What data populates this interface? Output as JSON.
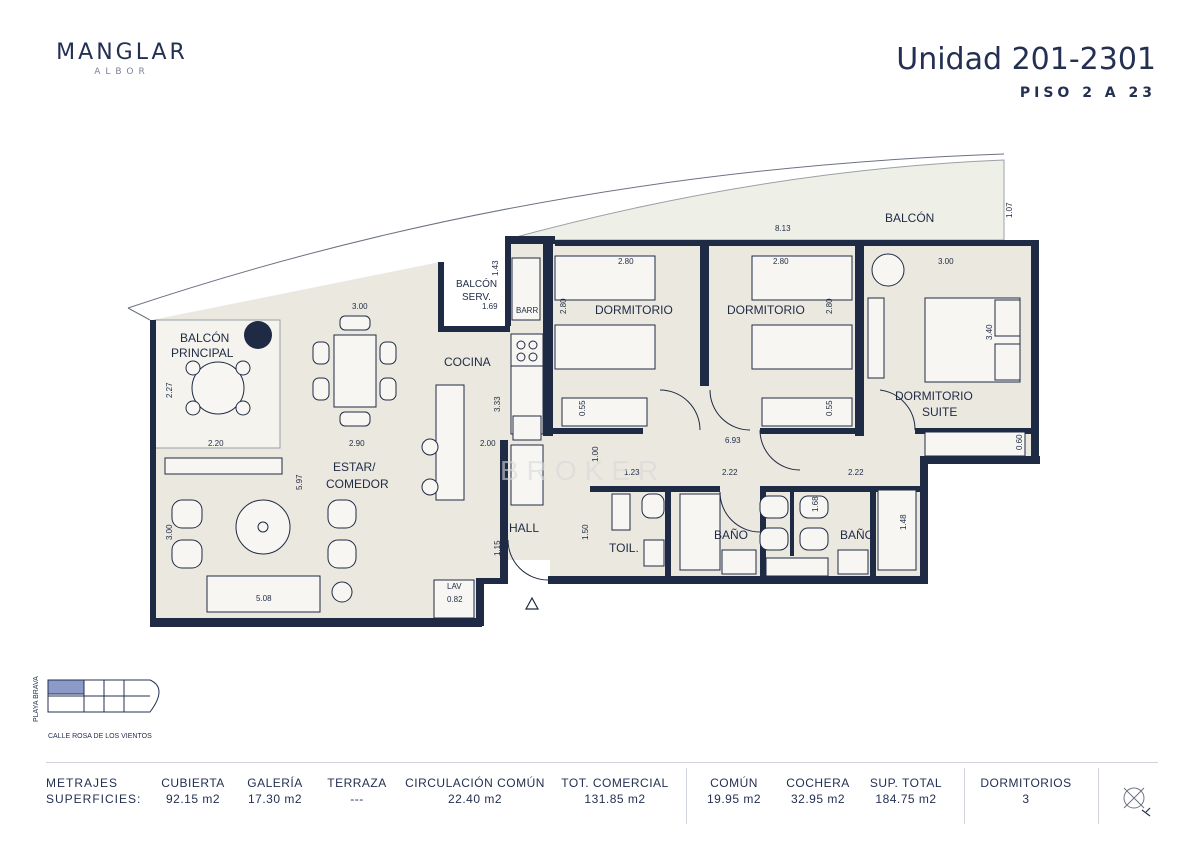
{
  "brand": {
    "name": "MANGLAR",
    "sub": "ALBOR"
  },
  "unit": {
    "title": "Unidad 201-2301",
    "floors": "PISO 2 A 23"
  },
  "rooms": {
    "balcon": "BALCÓN",
    "balcon_serv_1": "BALCÓN",
    "balcon_serv_2": "SERV.",
    "barr": "BARR",
    "balcon_principal_1": "BALCÓN",
    "balcon_principal_2": "PRINCIPAL",
    "cocina": "COCINA",
    "estar_1": "ESTAR/",
    "estar_2": "COMEDOR",
    "dormitorio_1": "DORMITORIO",
    "dormitorio_2": "DORMITORIO",
    "suite_1": "DORMITORIO",
    "suite_2": "SUITE",
    "hall": "HALL",
    "toil": "TOIL.",
    "bano_1": "BAÑO",
    "bano_2": "BAÑO",
    "lav": "LAV"
  },
  "dimensions": {
    "balcon_w": "8.13",
    "balcon_h": "1.07",
    "serv_h": "1.43",
    "serv_w": "1.69",
    "dorm1_w": "2.80",
    "dorm1_h": "2.80",
    "dorm1_closet": "0.55",
    "dorm2_w": "2.80",
    "dorm2_h": "2.80",
    "dorm2_closet": "0.55",
    "suite_w": "3.00",
    "suite_h": "3.40",
    "suite_closet": "0.60",
    "estar_top": "3.00",
    "bp_h": "2.27",
    "bp_w": "2.20",
    "estar_w": "2.90",
    "kitchen_w": "2.00",
    "kitchen_h": "3.33",
    "estar_h": "5.97",
    "estar_side": "3.00",
    "estar_bottom": "5.08",
    "corridor": "6.93",
    "corr_h": "1.00",
    "toil_w": "1.23",
    "bano1_w": "2.22",
    "bano2_w": "2.22",
    "bano2_h": "1.68",
    "bano2_h2": "1.48",
    "toil_h": "1.50",
    "hall_h": "1.15",
    "lav_w": "0.82"
  },
  "keyplan": {
    "side": "PLAYA BRAVA",
    "street": "CALLE ROSA DE LOS VIENTOS"
  },
  "watermark": "BROKER",
  "metrics": {
    "title_1": "METRAJES",
    "title_2": "SUPERFICIES:",
    "cubierta": {
      "label": "CUBIERTA",
      "value": "92.15 m2"
    },
    "galeria": {
      "label": "GALERÍA",
      "value": "17.30 m2"
    },
    "terraza": {
      "label": "TERRAZA",
      "value": "---"
    },
    "circulacion": {
      "label": "CIRCULACIÓN COMÚN",
      "value": "22.40 m2"
    },
    "tot_comercial": {
      "label": "TOT. COMERCIAL",
      "value": "131.85 m2"
    },
    "comun": {
      "label": "COMÚN",
      "value": "19.95 m2"
    },
    "cochera": {
      "label": "COCHERA",
      "value": "32.95 m2"
    },
    "sup_total": {
      "label": "SUP. TOTAL",
      "value": "184.75 m2"
    },
    "dormitorios": {
      "label": "DORMITORIOS",
      "value": "3"
    }
  },
  "colors": {
    "wall": "#1f2a44",
    "floor": "#ebe8e0",
    "balcony": "#eef0e8",
    "accent": "#243052"
  },
  "icons": {
    "north": "north-arrow-icon",
    "entrance": "entrance-triangle-icon"
  }
}
